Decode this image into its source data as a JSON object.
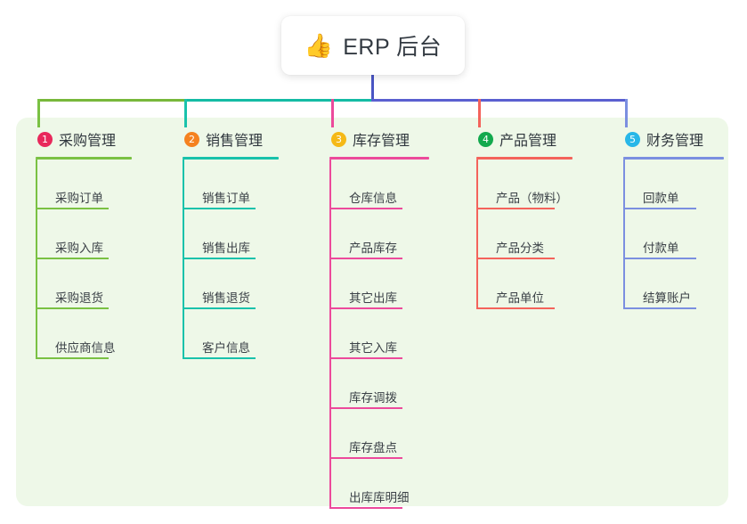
{
  "root": {
    "icon": "thumbs-up-icon",
    "icon_glyph": "👍",
    "title": "ERP 后台"
  },
  "palette": {
    "panel_background": "#eef8e8",
    "page_background": "#ffffff",
    "trunk_blue": "#4a55c4",
    "bus_green": "#78b83b",
    "bus_teal": "#14bba4",
    "bus_blue": "#5a5fd0",
    "text_dark": "#2f363d",
    "text_item": "#3b4147"
  },
  "columns": [
    {
      "number": "1",
      "title": "采购管理",
      "badge_color": "#e8285b",
      "line_color": "#7ac143",
      "drop_color": "#7ac143",
      "items": [
        "采购订单",
        "采购入库",
        "采购退货",
        "供应商信息"
      ]
    },
    {
      "number": "2",
      "title": "销售管理",
      "badge_color": "#f58220",
      "line_color": "#19c2ab",
      "drop_color": "#19c2ab",
      "items": [
        "销售订单",
        "销售出库",
        "销售退货",
        "客户信息"
      ]
    },
    {
      "number": "3",
      "title": "库存管理",
      "badge_color": "#f5b917",
      "line_color": "#ec4a9b",
      "drop_color": "#ec4a9b",
      "items": [
        "仓库信息",
        "产品库存",
        "其它出库",
        "其它入库",
        "库存调拨",
        "库存盘点",
        "出库库明细"
      ]
    },
    {
      "number": "4",
      "title": "产品管理",
      "badge_color": "#13a94e",
      "line_color": "#f4635b",
      "drop_color": "#f4635b",
      "items": [
        "产品（物料）",
        "产品分类",
        "产品单位"
      ]
    },
    {
      "number": "5",
      "title": "财务管理",
      "badge_color": "#28b7e8",
      "line_color": "#7b8fe0",
      "drop_color": "#7b8fe0",
      "items": [
        "回款单",
        "付款单",
        "结算账户"
      ]
    }
  ]
}
